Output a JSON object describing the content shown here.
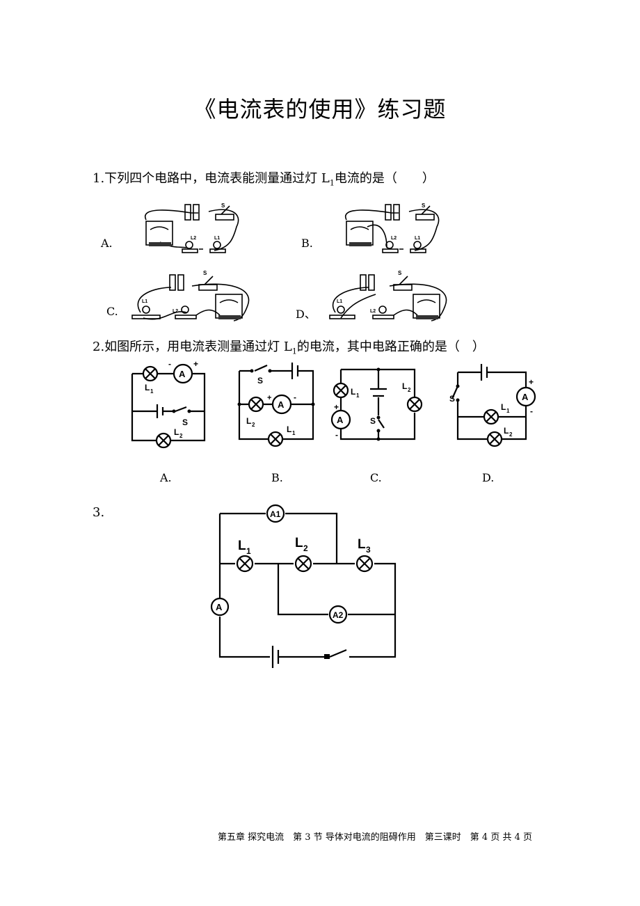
{
  "title": "《电流表的使用》练习题",
  "q1": {
    "text": "1.下列四个电路中，电流表能测量通过灯 L",
    "sub": "1",
    "tail": "电流的是（　　）",
    "options": [
      "A.",
      "B.",
      "C.",
      "D、"
    ]
  },
  "q2": {
    "text": "2.如图所示，用电流表测量通过灯 L",
    "sub": "1",
    "tail": "的电流，其中电路正确的是（　）",
    "options": [
      "A.",
      "B.",
      "C.",
      "D."
    ]
  },
  "q3": {
    "number": "3."
  },
  "labels": {
    "A": "A",
    "A1": "A1",
    "A2": "A2",
    "S": "S",
    "L": "L",
    "one": "1",
    "two": "2",
    "three": "3",
    "plus": "+",
    "minus": "-"
  },
  "footer": "第五章 探究电流　第 3 节 导体对电流的阻碍作用　第三课时　第 4 页 共 4 页"
}
